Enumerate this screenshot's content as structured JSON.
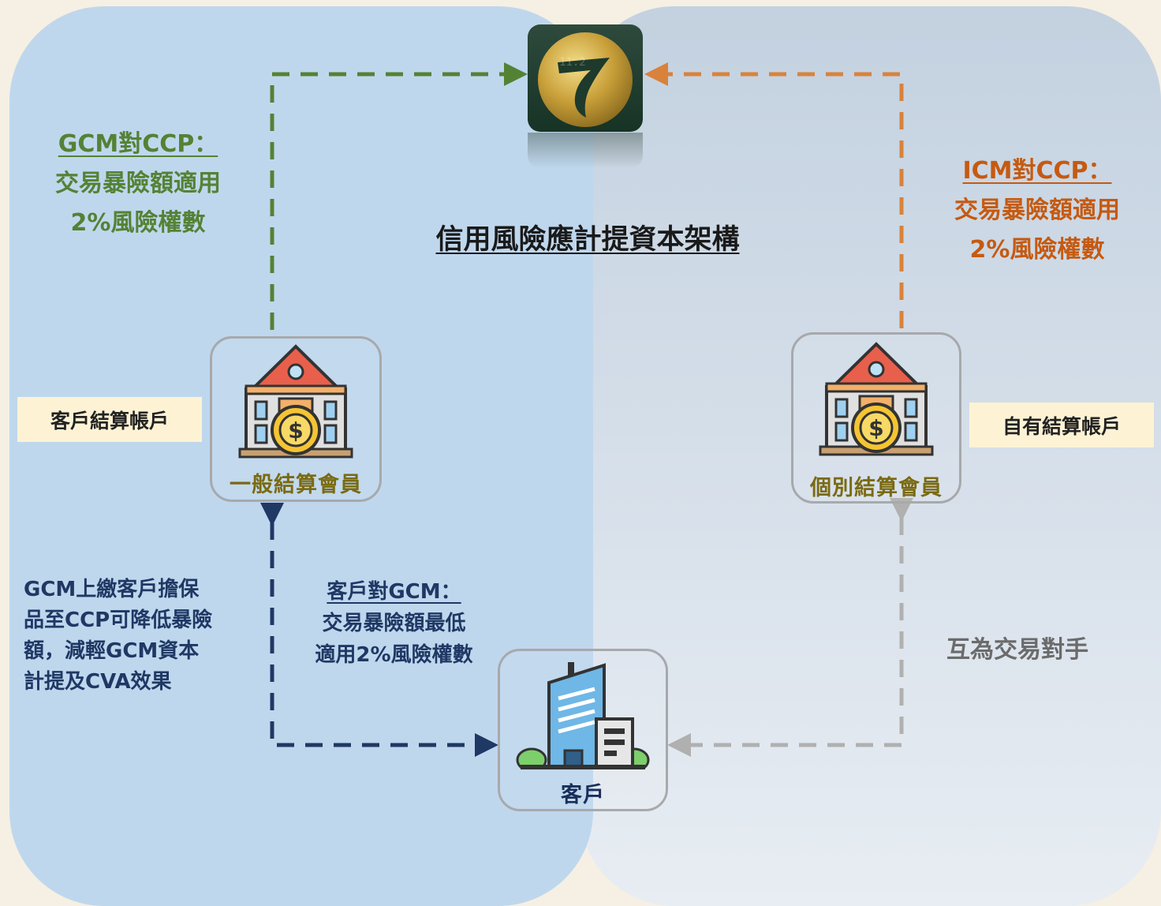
{
  "title": "信用風險應計提資本架構",
  "nodes": {
    "ccp_logo": {
      "icon": "ccp-logo-icon"
    },
    "gcm": {
      "label": "一般結算會員",
      "icon": "bank-coin-icon"
    },
    "icm": {
      "label": "個別結算會員",
      "icon": "bank-coin-icon"
    },
    "client": {
      "label": "客戶",
      "icon": "office-building-icon"
    }
  },
  "annotations": {
    "gcm_ccp": {
      "heading": "GCM對CCP：",
      "line1": "交易暴險額適用",
      "line2": "2%風險權數"
    },
    "icm_ccp": {
      "heading": "ICM對CCP：",
      "line1": "交易暴險額適用",
      "line2": "2%風險權數"
    },
    "client_gcm": {
      "heading": "客戶對GCM：",
      "line1": "交易暴險額最低",
      "line2": "適用2%風險權數"
    },
    "gcm_collateral": {
      "line1": "GCM上繳客戶擔保",
      "line2": "品至CCP可降低暴險",
      "line3": "額，減輕GCM資本",
      "line4": "計提及CVA效果"
    },
    "counterparty": "互為交易對手"
  },
  "tags": {
    "client_account": "客戶結算帳戶",
    "own_account": "自有結算帳戶"
  },
  "colors": {
    "left_panel": "#bfd7ed",
    "right_panel_top": "#c3d1e0",
    "page_background": "#f5f0e3",
    "green_arrow": "#548235",
    "orange_arrow": "#d9823b",
    "navy_arrow": "#1f3864",
    "grey_arrow": "#b0b0b0",
    "tag_background": "#fdf3d4"
  }
}
